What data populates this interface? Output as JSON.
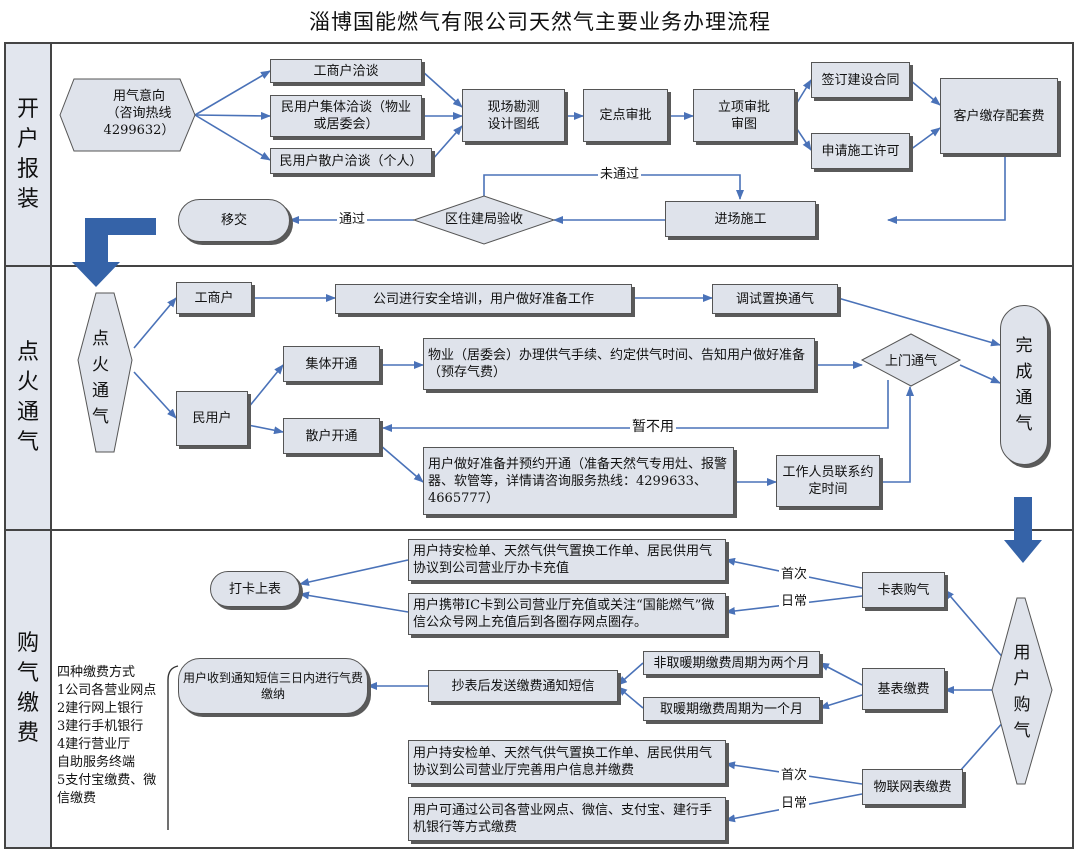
{
  "title": "淄博国能燃气有限公司天然气主要业务办理流程",
  "lanes": [
    "开户报装",
    "点火通气",
    "购气缴费"
  ],
  "open": {
    "hotline": "用气意向\n（咨询热线\n4299632）",
    "commercial_talk": "工商户洽谈",
    "collective_talk": "民用户集体洽谈（物业或居委会）",
    "individual_talk": "民用户散户洽谈（个人）",
    "survey": "现场勘测\n设计图纸",
    "site_approval": "定点审批",
    "project_approval": "立项审批\n审图",
    "contract": "签订建设合同",
    "permit": "申请施工许可",
    "fee": "客户缴存配套费",
    "construction": "进场施工",
    "acceptance": "区住建局验收",
    "handover": "移交",
    "not_pass": "未通过",
    "pass": "通过"
  },
  "ignite": {
    "start": "点火通气",
    "commercial": "工商户",
    "training": "公司进行安全培训，用户做好准备工作",
    "debug": "调试置换通气",
    "residential": "民用户",
    "collective": "集体开通",
    "collective_desc": "物业（居委会）办理供气手续、约定供气时间、告知用户做好准备（预存气费）",
    "visit": "上门通气",
    "individual": "散户开通",
    "individual_desc": "用户做好准备并预约开通（准备天然气专用灶、报警器、软管等，详情请咨询服务热线：4299633、4665777）",
    "contact": "工作人员联系约定时间",
    "pause": "暂不用",
    "done": "完成通气"
  },
  "pay": {
    "user_buy": "用户购气",
    "card_meter": "卡表购气",
    "card_first": "用户持安检单、天然气供气置换工作单、居民供用气协议到公司营业厅办卡充值",
    "card_daily": "用户携带IC卡到公司营业厅充值或关注“国能燃气”微信公众号网上充值后到各圈存网点圈存。",
    "check_in": "打卡上表",
    "base_meter": "基表缴费",
    "non_heating": "非取暖期缴费周期为两个月",
    "heating": "取暖期缴费周期为一个月",
    "sms": "抄表后发送缴费通知短信",
    "pay_in": "用户收到通知短信三日内进行气费缴纳",
    "methods": [
      "四种缴费方式",
      "1公司各营业网点",
      "2建行网上银行",
      "3建行手机银行",
      "4建行营业厅",
      "自助服务终端",
      "5支付宝缴费、微",
      "信缴费"
    ],
    "iot_meter": "物联网表缴费",
    "iot_first": "用户持安检单、天然气供气置换工作单、居民供用气协议到公司营业厅完善用户信息并缴费",
    "iot_daily": "用户可通过公司各营业网点、微信、支付宝、建行手机银行等方式缴费",
    "first_label": "首次",
    "daily_label": "日常"
  },
  "colors": {
    "arrow": "#4a72b8",
    "box": "#dfe3eb",
    "big_arrow": "#3563a8"
  }
}
